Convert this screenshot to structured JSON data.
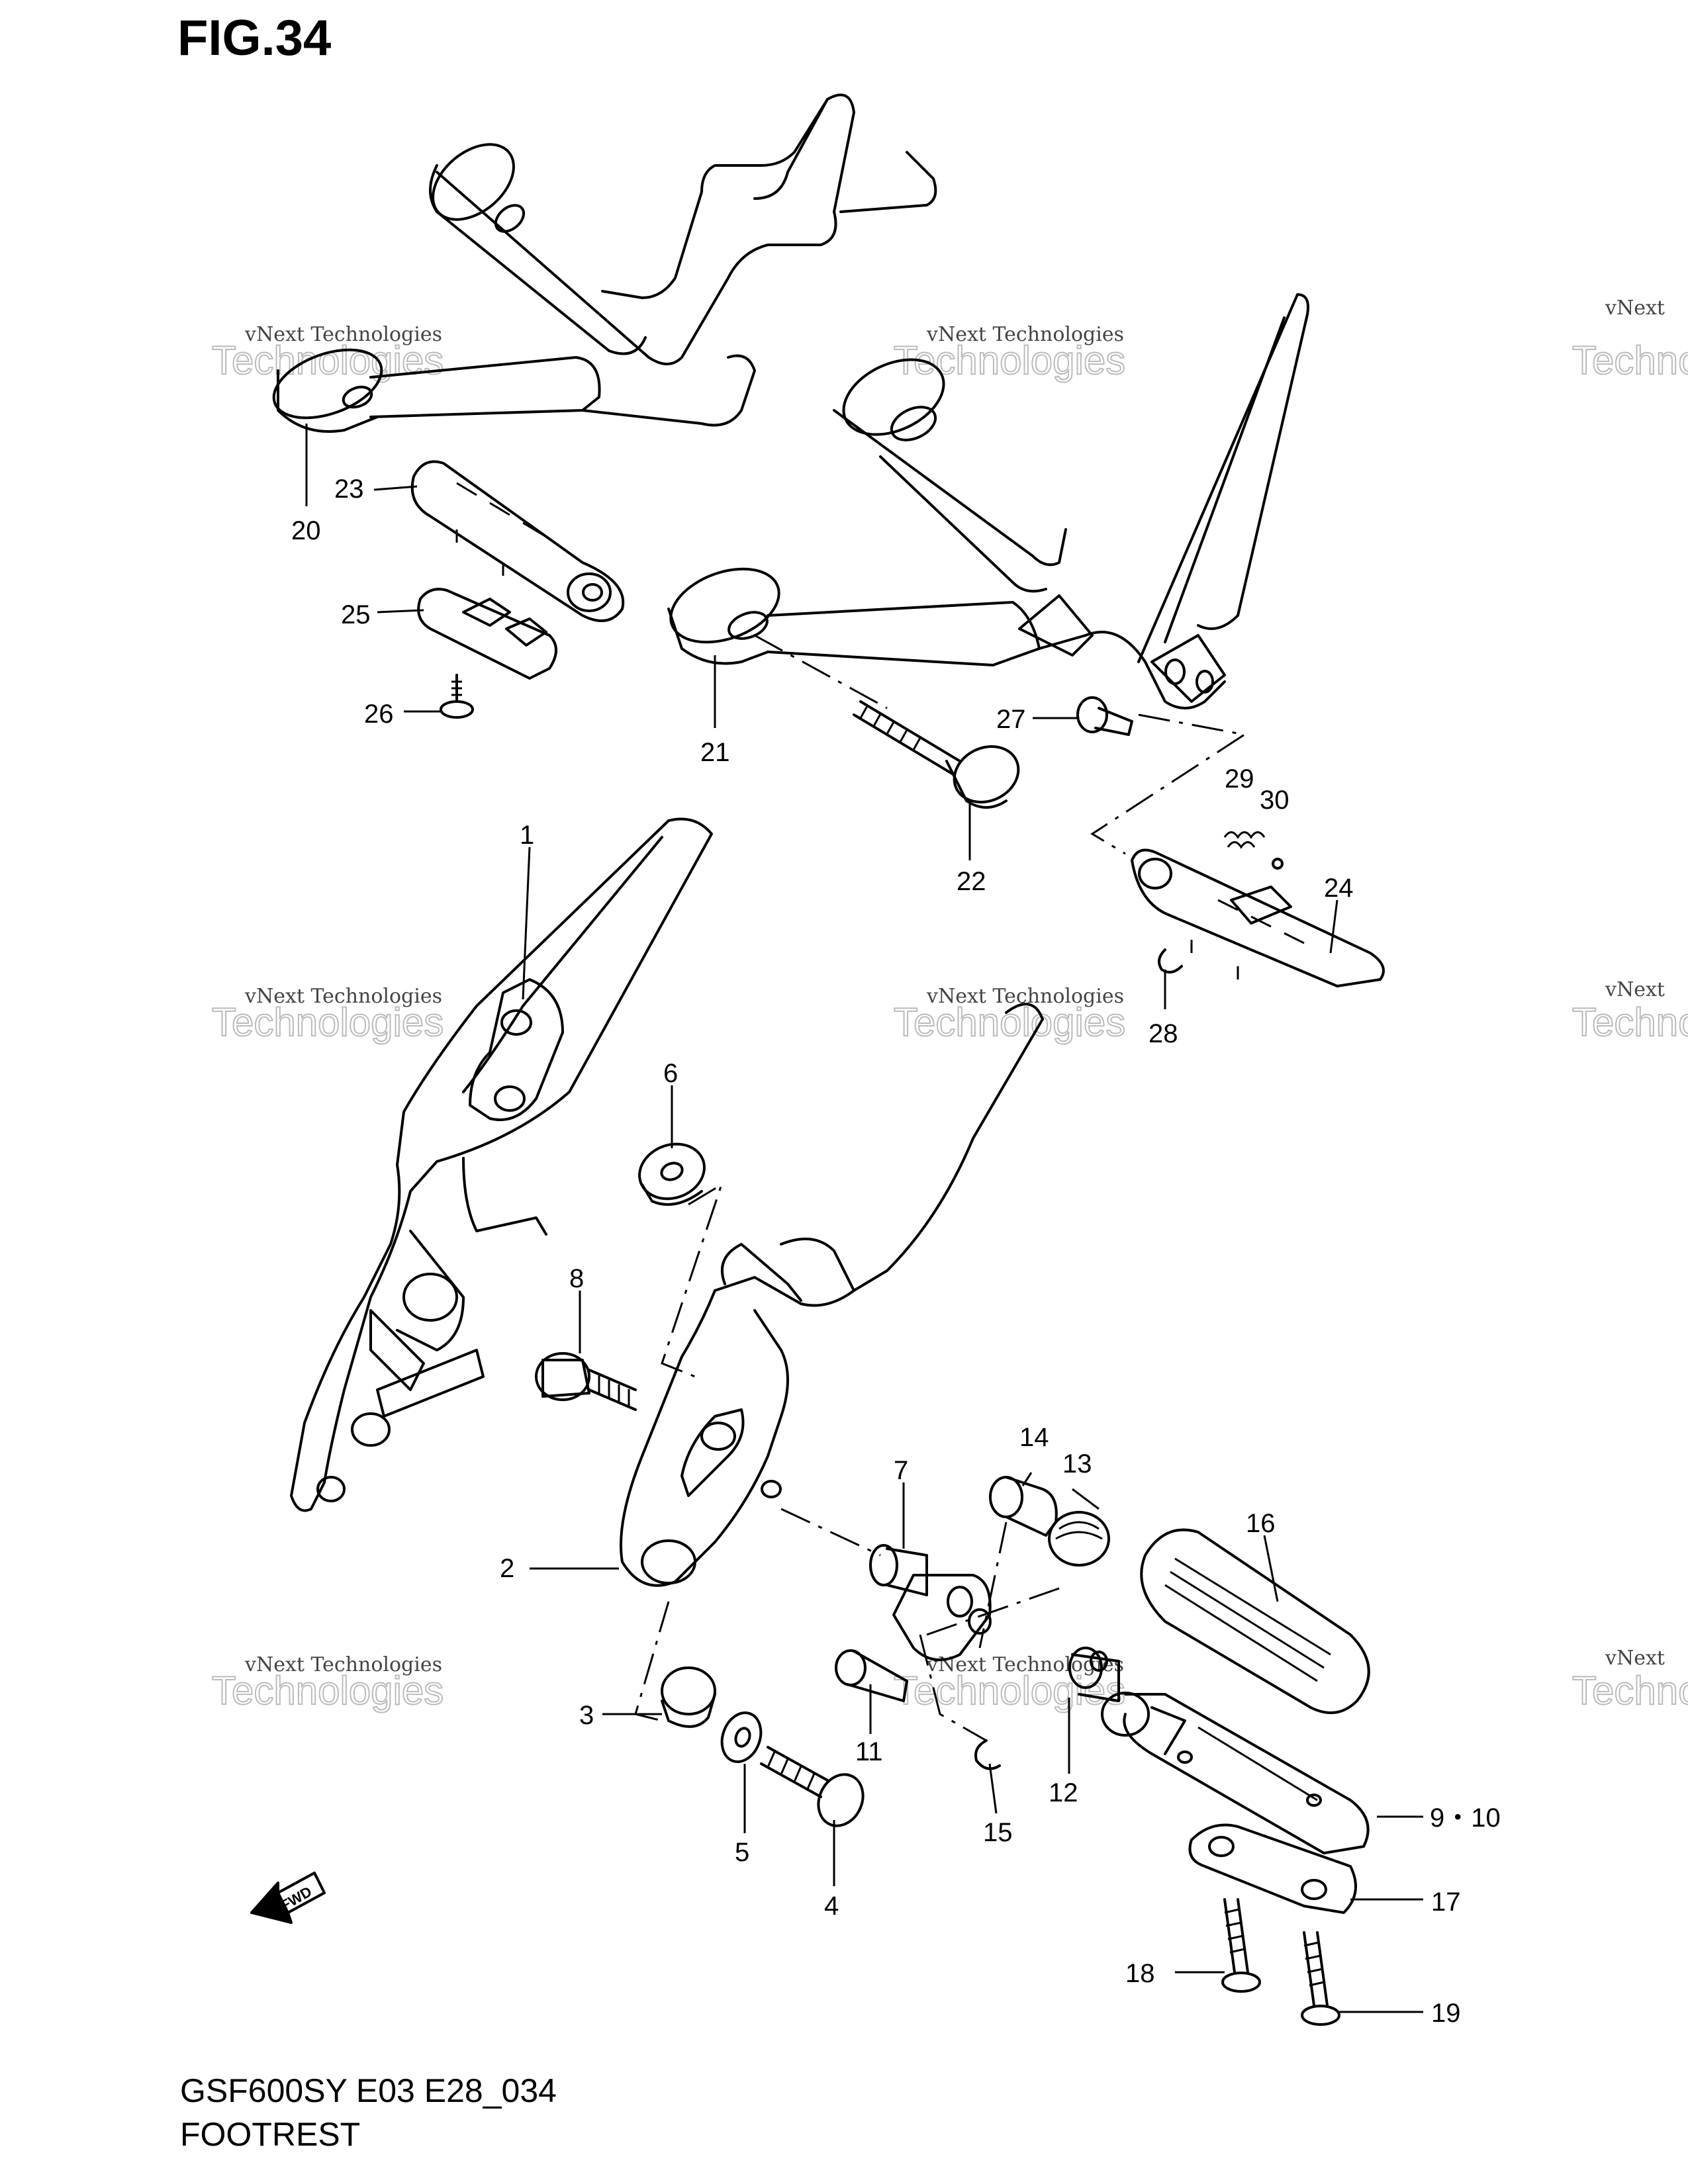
{
  "figure": {
    "title": "FIG.34",
    "model_code": "GSF600SY E03 E28_034",
    "section_name": "FOOTREST",
    "fwd_label": "FWD"
  },
  "watermark": {
    "line1": "vNext Technologies",
    "line2": "Technologies",
    "line3": "vNext"
  },
  "callouts": [
    {
      "id": "c1",
      "label": "1"
    },
    {
      "id": "c2",
      "label": "2"
    },
    {
      "id": "c3",
      "label": "3"
    },
    {
      "id": "c4",
      "label": "4"
    },
    {
      "id": "c5",
      "label": "5"
    },
    {
      "id": "c6",
      "label": "6"
    },
    {
      "id": "c7",
      "label": "7"
    },
    {
      "id": "c8",
      "label": "8"
    },
    {
      "id": "c9-10",
      "label": "9・10"
    },
    {
      "id": "c11",
      "label": "11"
    },
    {
      "id": "c12",
      "label": "12"
    },
    {
      "id": "c13",
      "label": "13"
    },
    {
      "id": "c14",
      "label": "14"
    },
    {
      "id": "c15",
      "label": "15"
    },
    {
      "id": "c16",
      "label": "16"
    },
    {
      "id": "c17",
      "label": "17"
    },
    {
      "id": "c18",
      "label": "18"
    },
    {
      "id": "c19",
      "label": "19"
    },
    {
      "id": "c20",
      "label": "20"
    },
    {
      "id": "c21",
      "label": "21"
    },
    {
      "id": "c22",
      "label": "22"
    },
    {
      "id": "c23",
      "label": "23"
    },
    {
      "id": "c24",
      "label": "24"
    },
    {
      "id": "c25",
      "label": "25"
    },
    {
      "id": "c26",
      "label": "26"
    },
    {
      "id": "c27",
      "label": "27"
    },
    {
      "id": "c28",
      "label": "28"
    },
    {
      "id": "c29",
      "label": "29"
    },
    {
      "id": "c30",
      "label": "30"
    }
  ]
}
